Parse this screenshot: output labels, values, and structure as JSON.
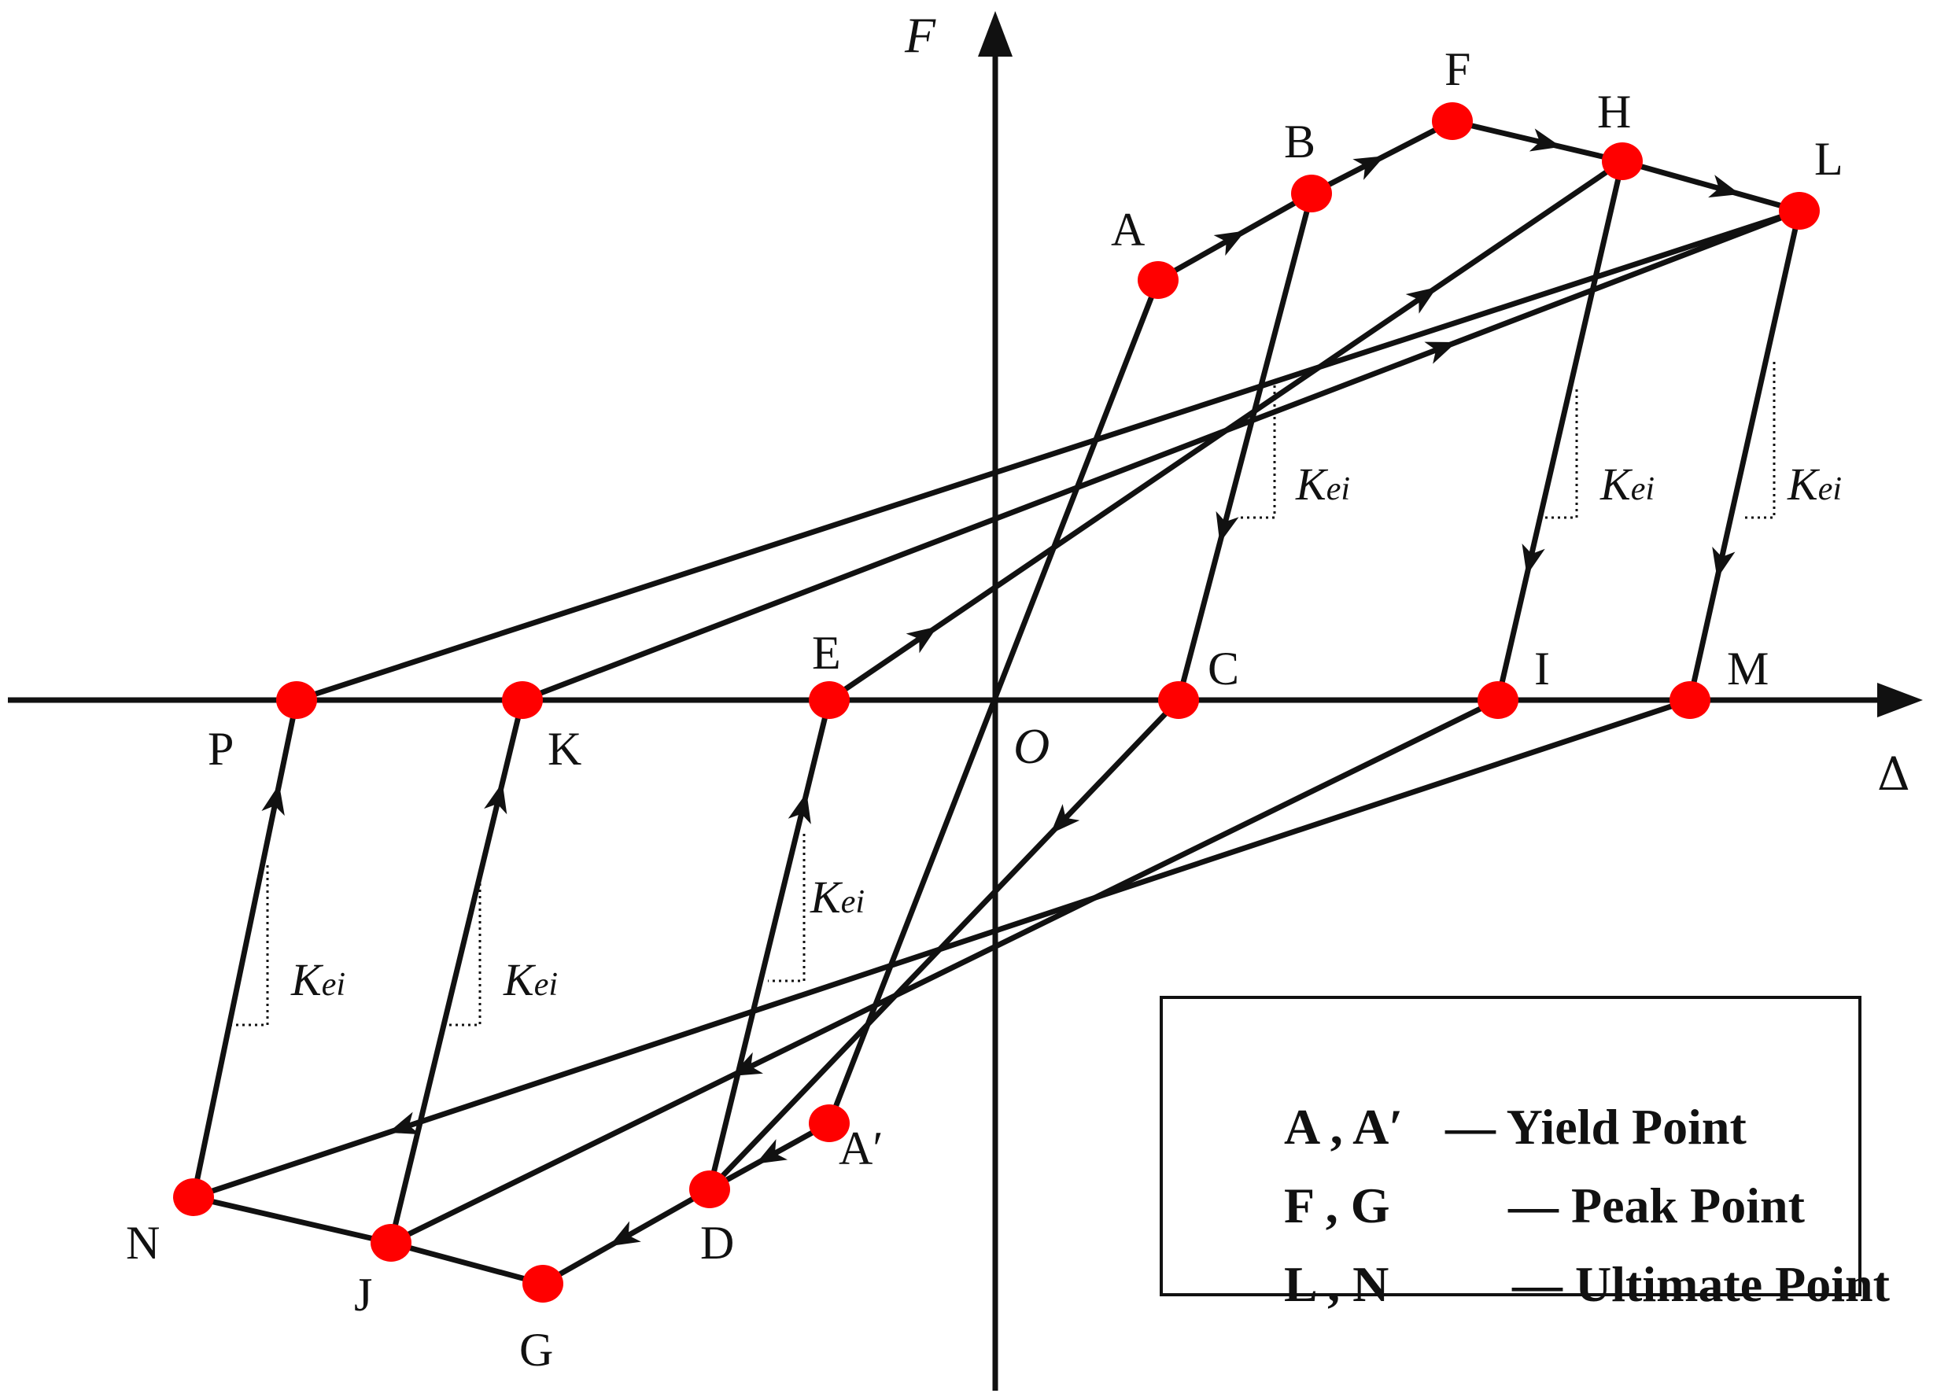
{
  "axes": {
    "x_label": "Δ",
    "y_label": "F",
    "origin_label": "O"
  },
  "stiffness_label": {
    "main": "K",
    "sub": "ei"
  },
  "point_labels": [
    "A",
    "B",
    "F",
    "H",
    "L",
    "A′",
    "D",
    "G",
    "J",
    "N",
    "C",
    "I",
    "M",
    "E",
    "K",
    "P"
  ],
  "colors": {
    "point": "#ff0000",
    "line": "#111111"
  },
  "legend": {
    "rows": [
      {
        "keys": "A , A′",
        "dash": "—",
        "text": " Yield Point"
      },
      {
        "keys": "F , G",
        "dash": "—",
        "text": " Peak Point"
      },
      {
        "keys": "L , N",
        "dash": "—",
        "text": " Ultimate Point"
      }
    ]
  }
}
